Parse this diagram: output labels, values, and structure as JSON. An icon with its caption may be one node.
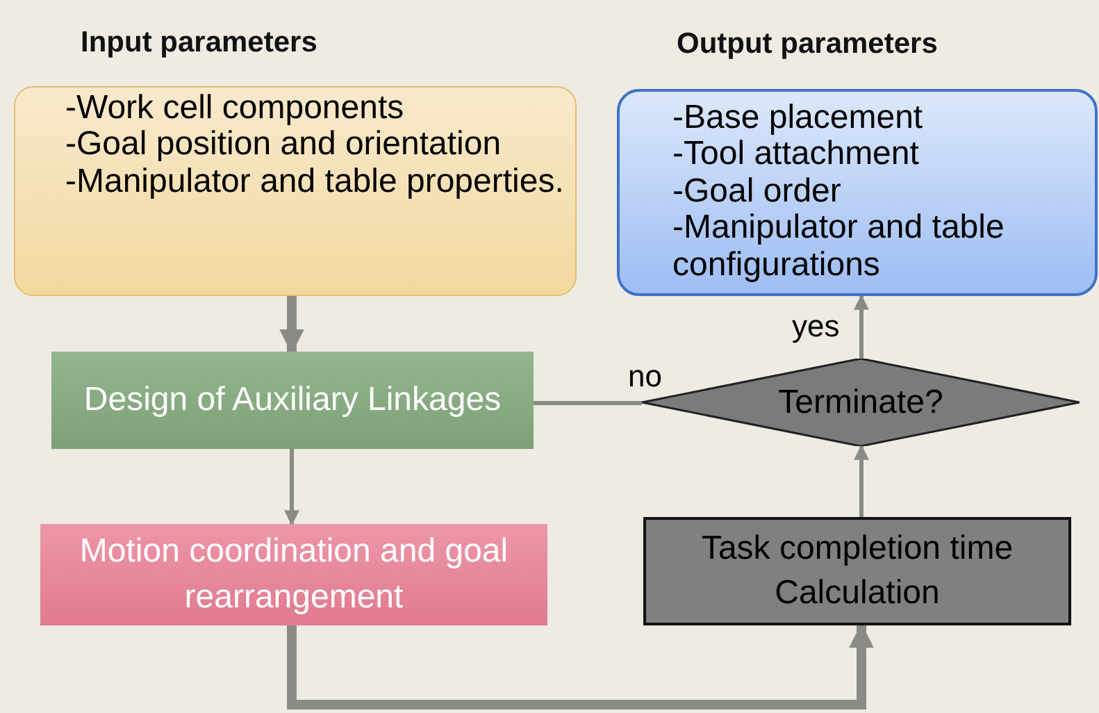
{
  "diagram": {
    "nodes": [
      {
        "text": [
          "Input parameters",
          "-Work cell components",
          "-Goal position and orientation",
          "-Manipulator and table properties."
        ]
      },
      {
        "text": [
          "Output parameters",
          "-Base placement",
          "-Tool attachment",
          "-Goal order",
          "-Manipulator and table configurations"
        ]
      },
      {
        "text": [
          "Design of Auxiliary Linkages"
        ]
      },
      {
        "text": [
          "Terminate?"
        ]
      },
      {
        "text": [
          "Motion coordination and goal rearrangement"
        ]
      },
      {
        "text": [
          "Task completion time Calculation"
        ]
      }
    ],
    "edges": [
      {
        "from": 0,
        "to": 2,
        "arrow": "to",
        "style": "thick"
      },
      {
        "from": 2,
        "to": 4,
        "arrow": "to"
      },
      {
        "from": 4,
        "to": 5,
        "arrow": "to",
        "style": "thick"
      },
      {
        "from": 5,
        "to": 3,
        "arrow": "to"
      },
      {
        "from": 3,
        "to": 1,
        "arrow": "to",
        "label": "yes"
      },
      {
        "from": 3,
        "to": 2,
        "arrow": "none",
        "label": "no"
      }
    ]
  }
}
